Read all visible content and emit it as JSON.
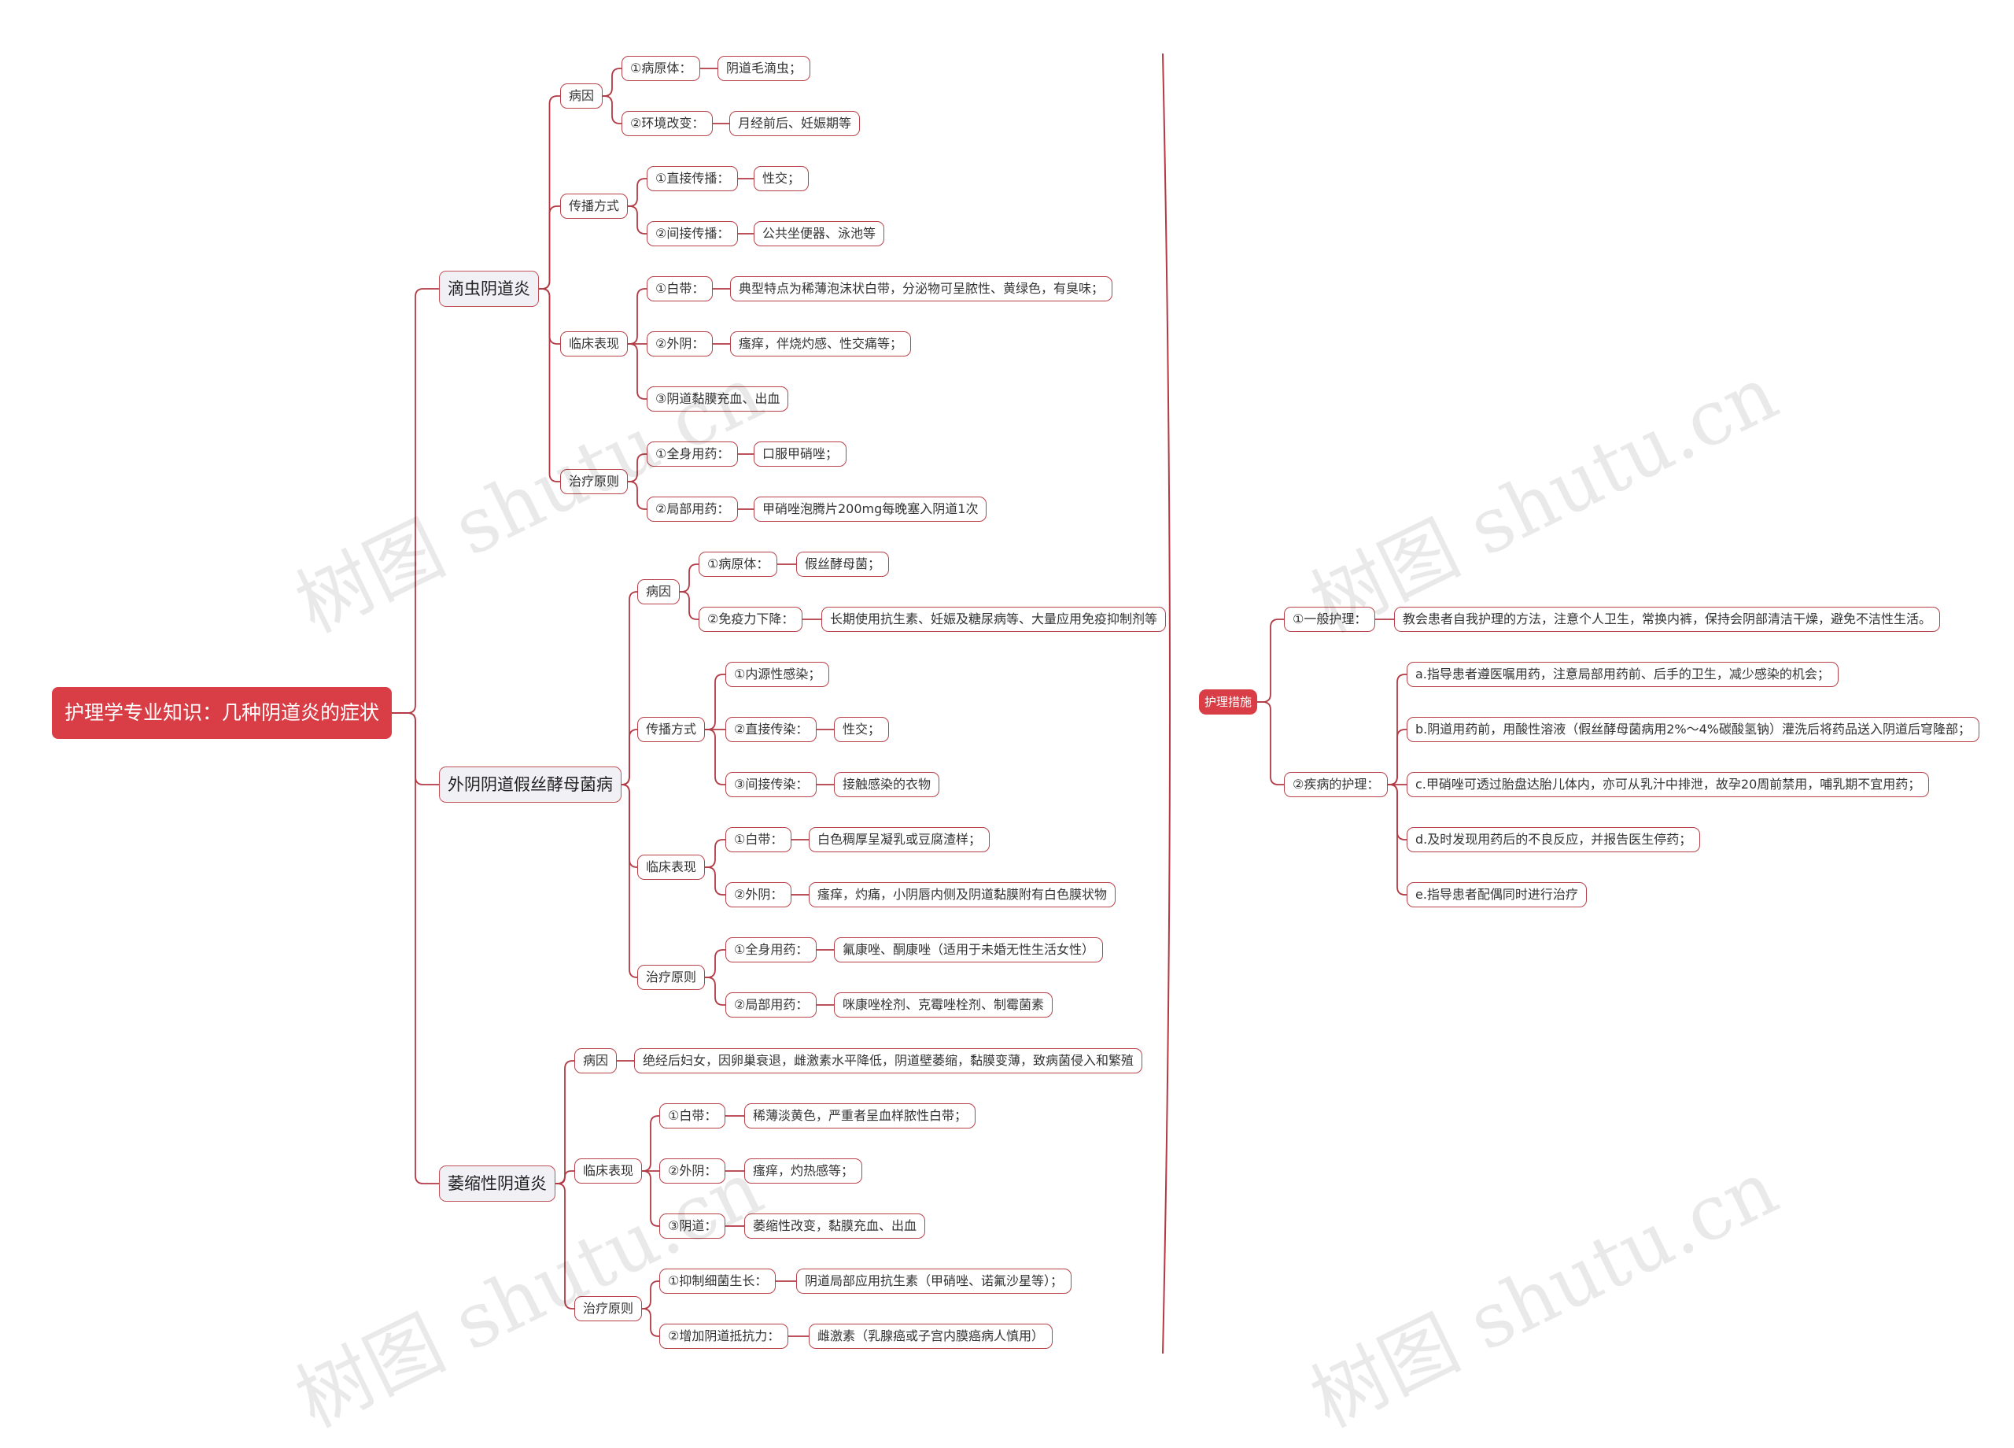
{
  "watermark": "树图 shutu.cn",
  "colors": {
    "line": "#b23a44",
    "root": "#d93d45"
  },
  "tree": {
    "id": "root",
    "text": "护理学专业知识：几种阴道炎的症状",
    "children": [
      {
        "id": "b1",
        "text": "滴虫阴道炎",
        "children": [
          {
            "id": "b1a",
            "text": "病因",
            "children": [
              {
                "id": "b1a1",
                "text": "①病原体：",
                "children": [
                  {
                    "id": "b1a1x",
                    "text": "阴道毛滴虫；"
                  }
                ]
              },
              {
                "id": "b1a2",
                "text": "②环境改变：",
                "children": [
                  {
                    "id": "b1a2x",
                    "text": "月经前后、妊娠期等"
                  }
                ]
              }
            ]
          },
          {
            "id": "b1b",
            "text": "传播方式",
            "children": [
              {
                "id": "b1b1",
                "text": "①直接传播：",
                "children": [
                  {
                    "id": "b1b1x",
                    "text": "性交；"
                  }
                ]
              },
              {
                "id": "b1b2",
                "text": "②间接传播：",
                "children": [
                  {
                    "id": "b1b2x",
                    "text": "公共坐便器、泳池等"
                  }
                ]
              }
            ]
          },
          {
            "id": "b1c",
            "text": "临床表现",
            "children": [
              {
                "id": "b1c1",
                "text": "①白带：",
                "children": [
                  {
                    "id": "b1c1x",
                    "text": "典型特点为稀薄泡沫状白带，分泌物可呈脓性、黄绿色，有臭味；"
                  }
                ]
              },
              {
                "id": "b1c2",
                "text": "②外阴：",
                "children": [
                  {
                    "id": "b1c2x",
                    "text": "瘙痒，伴烧灼感、性交痛等；"
                  }
                ]
              },
              {
                "id": "b1c3",
                "text": "③阴道黏膜充血、出血"
              }
            ]
          },
          {
            "id": "b1d",
            "text": "治疗原则",
            "children": [
              {
                "id": "b1d1",
                "text": "①全身用药：",
                "children": [
                  {
                    "id": "b1d1x",
                    "text": "口服甲硝唑；"
                  }
                ]
              },
              {
                "id": "b1d2",
                "text": "②局部用药：",
                "children": [
                  {
                    "id": "b1d2x",
                    "text": "甲硝唑泡腾片200mg每晚塞入阴道1次"
                  }
                ]
              }
            ]
          }
        ]
      },
      {
        "id": "b2",
        "text": "外阴阴道假丝酵母菌病",
        "children": [
          {
            "id": "b2a",
            "text": "病因",
            "children": [
              {
                "id": "b2a1",
                "text": "①病原体：",
                "children": [
                  {
                    "id": "b2a1x",
                    "text": "假丝酵母菌；"
                  }
                ]
              },
              {
                "id": "b2a2",
                "text": "②免疫力下降：",
                "children": [
                  {
                    "id": "b2a2x",
                    "text": "长期使用抗生素、妊娠及糖尿病等、大量应用免疫抑制剂等"
                  }
                ]
              }
            ]
          },
          {
            "id": "b2b",
            "text": "传播方式",
            "children": [
              {
                "id": "b2b1",
                "text": "①内源性感染；"
              },
              {
                "id": "b2b2",
                "text": "②直接传染：",
                "children": [
                  {
                    "id": "b2b2x",
                    "text": "性交；"
                  }
                ]
              },
              {
                "id": "b2b3",
                "text": "③间接传染：",
                "children": [
                  {
                    "id": "b2b3x",
                    "text": "接触感染的衣物"
                  }
                ]
              }
            ]
          },
          {
            "id": "b2c",
            "text": "临床表现",
            "children": [
              {
                "id": "b2c1",
                "text": "①白带：",
                "children": [
                  {
                    "id": "b2c1x",
                    "text": "白色稠厚呈凝乳或豆腐渣样；"
                  }
                ]
              },
              {
                "id": "b2c2",
                "text": "②外阴：",
                "children": [
                  {
                    "id": "b2c2x",
                    "text": "瘙痒，灼痛，小阴唇内侧及阴道黏膜附有白色膜状物"
                  }
                ]
              }
            ]
          },
          {
            "id": "b2d",
            "text": "治疗原则",
            "children": [
              {
                "id": "b2d1",
                "text": "①全身用药：",
                "children": [
                  {
                    "id": "b2d1x",
                    "text": "氟康唑、酮康唑（适用于未婚无性生活女性）"
                  }
                ]
              },
              {
                "id": "b2d2",
                "text": "②局部用药：",
                "children": [
                  {
                    "id": "b2d2x",
                    "text": "咪康唑栓剂、克霉唑栓剂、制霉菌素"
                  }
                ]
              }
            ]
          }
        ]
      },
      {
        "id": "b3",
        "text": "萎缩性阴道炎",
        "children": [
          {
            "id": "b3a",
            "text": "病因",
            "children": [
              {
                "id": "b3ax",
                "text": "绝经后妇女，因卵巢衰退，雌激素水平降低，阴道壁萎缩，黏膜变薄，致病菌侵入和繁殖"
              }
            ]
          },
          {
            "id": "b3b",
            "text": "临床表现",
            "children": [
              {
                "id": "b3b1",
                "text": "①白带：",
                "children": [
                  {
                    "id": "b3b1x",
                    "text": "稀薄淡黄色，严重者呈血样脓性白带；"
                  }
                ]
              },
              {
                "id": "b3b2",
                "text": "②外阴：",
                "children": [
                  {
                    "id": "b3b2x",
                    "text": "瘙痒，灼热感等；"
                  }
                ]
              },
              {
                "id": "b3b3",
                "text": "③阴道：",
                "children": [
                  {
                    "id": "b3b3x",
                    "text": "萎缩性改变，黏膜充血、出血"
                  }
                ]
              }
            ]
          },
          {
            "id": "b3c",
            "text": "治疗原则",
            "children": [
              {
                "id": "b3c1",
                "text": "①抑制细菌生长：",
                "children": [
                  {
                    "id": "b3c1x",
                    "text": "阴道局部应用抗生素（甲硝唑、诺氟沙星等）；"
                  }
                ]
              },
              {
                "id": "b3c2",
                "text": "②增加阴道抵抗力：",
                "children": [
                  {
                    "id": "b3c2x",
                    "text": "雌激素（乳腺癌或子宫内膜癌病人慎用）"
                  }
                ]
              }
            ]
          }
        ]
      }
    ]
  },
  "right_tree": {
    "id": "r",
    "text": "护理措施",
    "children": [
      {
        "id": "r1",
        "text": "①一般护理：",
        "children": [
          {
            "id": "r1x",
            "text": "教会患者自我护理的方法，注意个人卫生，常换内裤，保持会阴部清洁干燥，避免不洁性生活。"
          }
        ]
      },
      {
        "id": "r2",
        "text": "②疾病的护理：",
        "children": [
          {
            "id": "r2a",
            "text": "a.指导患者遵医嘱用药，注意局部用药前、后手的卫生，减少感染的机会；"
          },
          {
            "id": "r2b",
            "text": "b.阴道用药前，用酸性溶液（假丝酵母菌病用2%～4%碳酸氢钠）灌洗后将药品送入阴道后穹隆部；"
          },
          {
            "id": "r2c",
            "text": "c.甲硝唑可透过胎盘达胎儿体内，亦可从乳汁中排泄，故孕20周前禁用，哺乳期不宜用药；"
          },
          {
            "id": "r2d",
            "text": "d.及时发现用药后的不良反应，并报告医生停药；"
          },
          {
            "id": "r2e",
            "text": "e.指导患者配偶同时进行治疗"
          }
        ]
      }
    ]
  }
}
